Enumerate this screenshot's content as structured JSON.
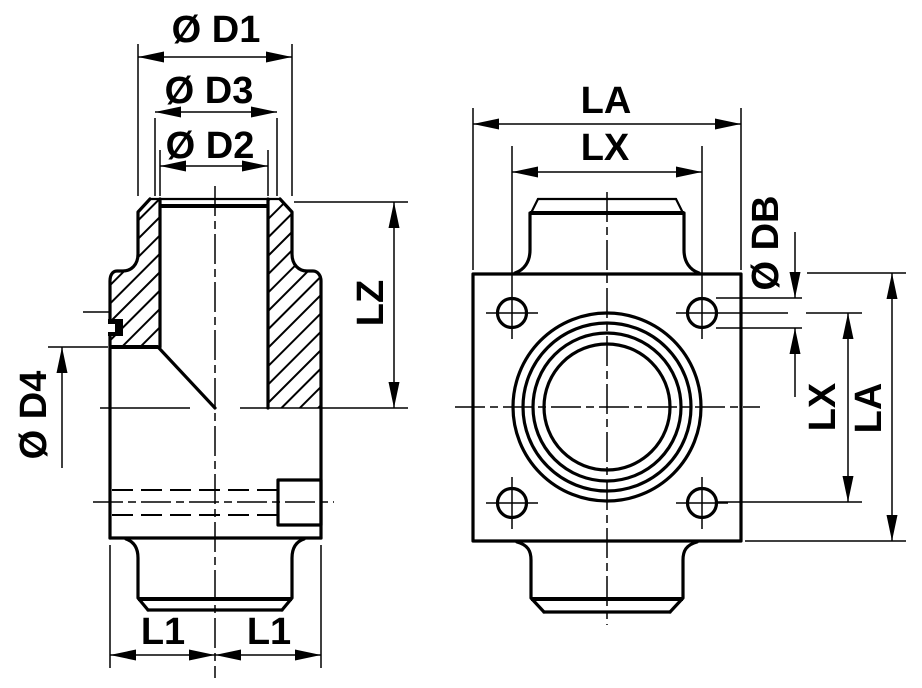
{
  "drawing": {
    "type": "technical-dimension-drawing",
    "background_color": "#ffffff",
    "line_color": "#000000",
    "views": {
      "section_view": {
        "description": "left sectional side view of flange fitting",
        "labels": {
          "d1": "Ø D1",
          "d3": "Ø D3",
          "d2": "Ø D2",
          "lz": "LZ",
          "d4": "Ø D4",
          "l1_left": "L1",
          "l1_right": "L1"
        }
      },
      "front_view": {
        "description": "right face view of square flange with four bolt holes",
        "labels": {
          "la_top": "LA",
          "lx_top": "LX",
          "db": "Ø DB",
          "lx_side": "LX",
          "la_side": "LA"
        }
      }
    }
  }
}
